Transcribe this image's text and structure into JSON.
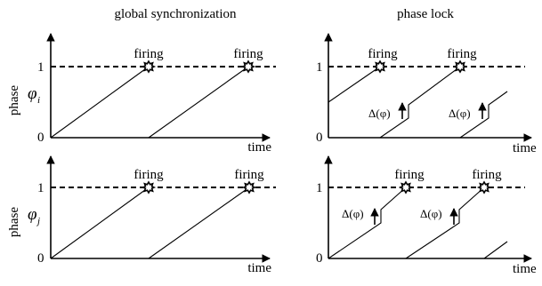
{
  "columns": [
    "global synchronization",
    "phase lock"
  ],
  "labels": {
    "phase": "phase",
    "phi": "φ",
    "sub_i": "i",
    "sub_j": "j",
    "one": "1",
    "zero": "0",
    "time": "time",
    "firing": "firing",
    "delta": "Δ(φ)"
  }
}
